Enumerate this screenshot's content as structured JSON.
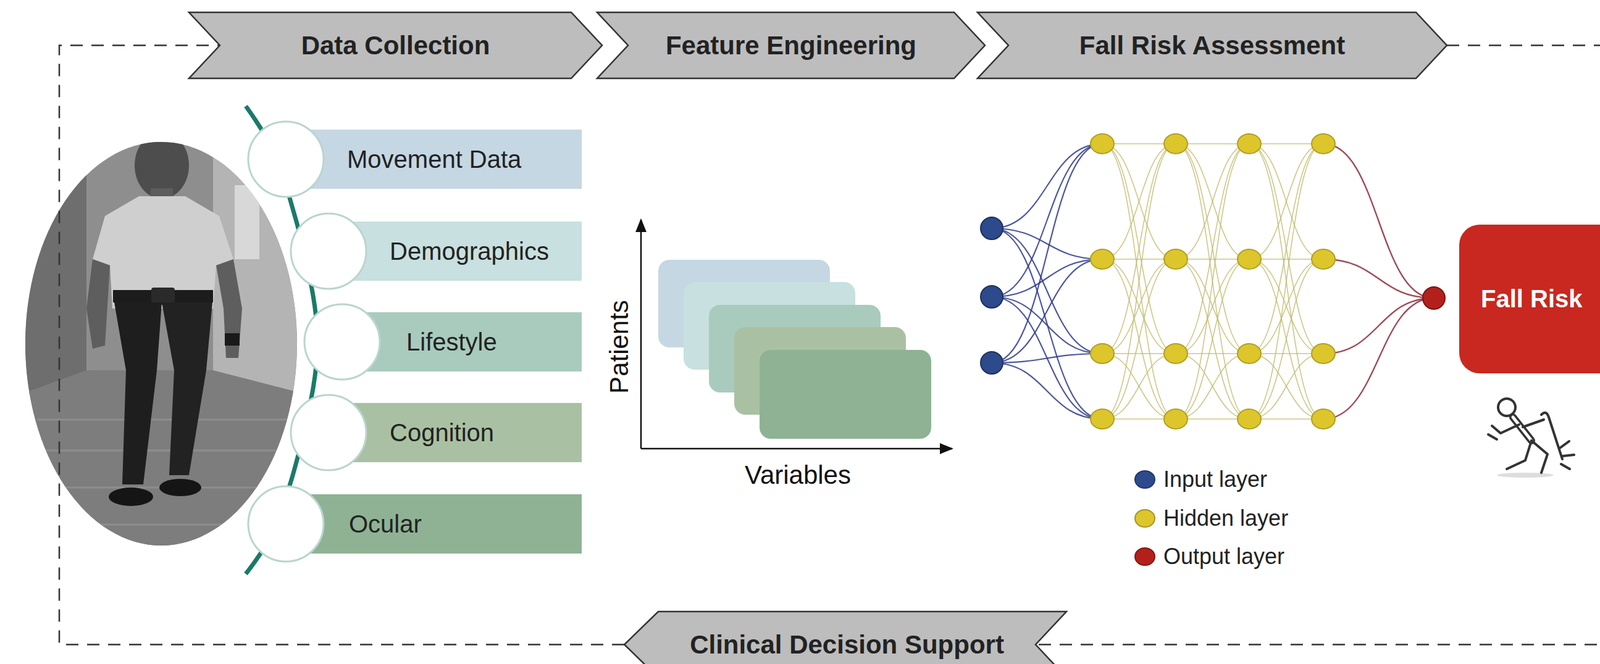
{
  "diagram": {
    "nodes": [
      {
        "text": [
          "Data Collection"
        ]
      },
      {
        "text": [
          "Feature Engineering"
        ]
      },
      {
        "text": [
          "Fall Risk Assessment"
        ]
      },
      {
        "text": [
          "Movement Data"
        ]
      },
      {
        "text": [
          "Demographics"
        ]
      },
      {
        "text": [
          "Lifestyle"
        ]
      },
      {
        "text": [
          "Cognition"
        ]
      },
      {
        "text": [
          "Ocular"
        ]
      },
      {
        "text": [
          "Fall Risk"
        ]
      },
      {
        "text": [
          "Clinical Decision Support"
        ]
      }
    ],
    "edges": [
      {
        "from": 2,
        "to": 9,
        "arrow": "none"
      },
      {
        "from": 9,
        "to": 0,
        "arrow": "none"
      }
    ],
    "labels": [
      "Patients",
      "Variables"
    ],
    "legend": [
      {
        "text": "Input layer",
        "color": "#2c4a8c"
      },
      {
        "text": "Hidden layer",
        "color": "#dcc62c"
      },
      {
        "text": "Output layer",
        "color": "#b3201b"
      }
    ]
  }
}
